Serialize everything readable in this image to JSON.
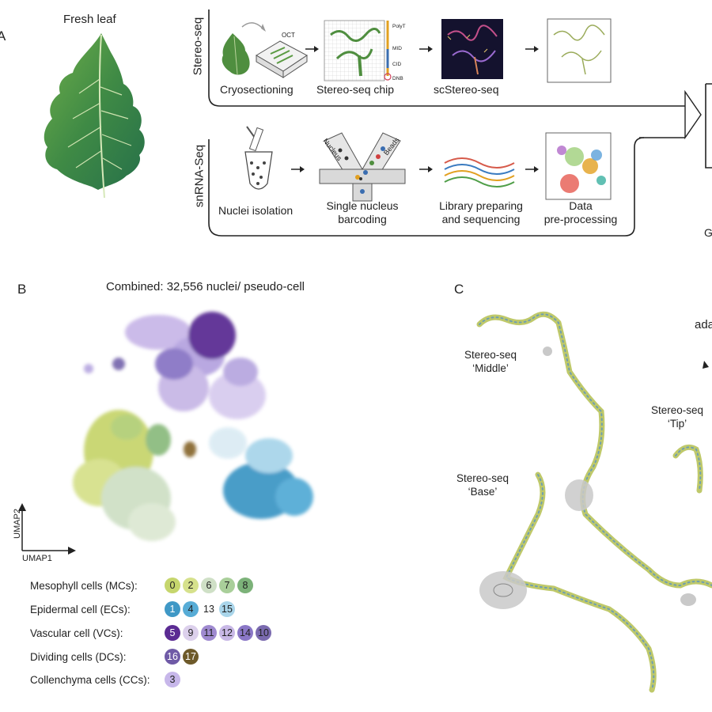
{
  "panel_a": {
    "letter": "A",
    "fresh_leaf": "Fresh leaf",
    "stereo_label": "Stereo-seq",
    "snrna_label": "snRNA-Seq",
    "oct": "OCT",
    "cryosectioning": "Cryosectioning",
    "chip": "Stereo-seq chip",
    "chip_tags": [
      "PolyT",
      "MID",
      "CID",
      "DNB"
    ],
    "scstereo": "scStereo-seq",
    "nuclei_isolation": "Nuclei isolation",
    "barcoding_l1": "Single nucleus",
    "barcoding_l2": "barcoding",
    "nucleus": "Nucleus",
    "beads": "Beads",
    "library_l1": "Library preparing",
    "library_l2": "and sequencing",
    "data_l1": "Data",
    "data_l2": "pre-processing",
    "edge_g": "G"
  },
  "panel_b": {
    "letter": "B",
    "title": "Combined: 32,556 nuclei/ pseudo-cell",
    "axis_y": "UMAP2",
    "axis_x": "UMAP1",
    "legend": [
      {
        "name": "Mesophyll cells (MCs):",
        "clusters": [
          {
            "id": "0",
            "color": "#c6d66d"
          },
          {
            "id": "2",
            "color": "#d6e18c"
          },
          {
            "id": "6",
            "color": "#cfe0c6"
          },
          {
            "id": "7",
            "color": "#a9cf9a"
          },
          {
            "id": "8",
            "color": "#7cb279"
          }
        ]
      },
      {
        "name": "Epidermal cell (ECs):",
        "clusters": [
          {
            "id": "1",
            "color": "#3f98c6",
            "white": true
          },
          {
            "id": "4",
            "color": "#57acd6"
          },
          {
            "id": "13",
            "color": "#ffffff"
          },
          {
            "id": "15",
            "color": "#a9d5ea"
          }
        ]
      },
      {
        "name": "Vascular cell (VCs):",
        "clusters": [
          {
            "id": "5",
            "color": "#5b2b93",
            "white": true
          },
          {
            "id": "9",
            "color": "#dcd0ec"
          },
          {
            "id": "11",
            "color": "#9f8ad0"
          },
          {
            "id": "12",
            "color": "#c8b8e6"
          },
          {
            "id": "14",
            "color": "#8a77c6"
          },
          {
            "id": "10",
            "color": "#7a6aaf"
          }
        ]
      },
      {
        "name": "Dividing cells (DCs):",
        "clusters": [
          {
            "id": "16",
            "color": "#6f5aa6",
            "white": true
          },
          {
            "id": "17",
            "color": "#6e5a2a",
            "white": true
          }
        ]
      },
      {
        "name": "Collenchyma cells (CCs):",
        "clusters": [
          {
            "id": "3",
            "color": "#c7b7ea"
          }
        ]
      }
    ]
  },
  "panel_c": {
    "letter": "C",
    "middle_l1": "Stereo-seq",
    "middle_l2": "‘Middle’",
    "tip_l1": "Stereo-seq",
    "tip_l2": "‘Tip’",
    "base_l1": "Stereo-seq",
    "base_l2": "‘Base’",
    "edge_text": "ada"
  }
}
